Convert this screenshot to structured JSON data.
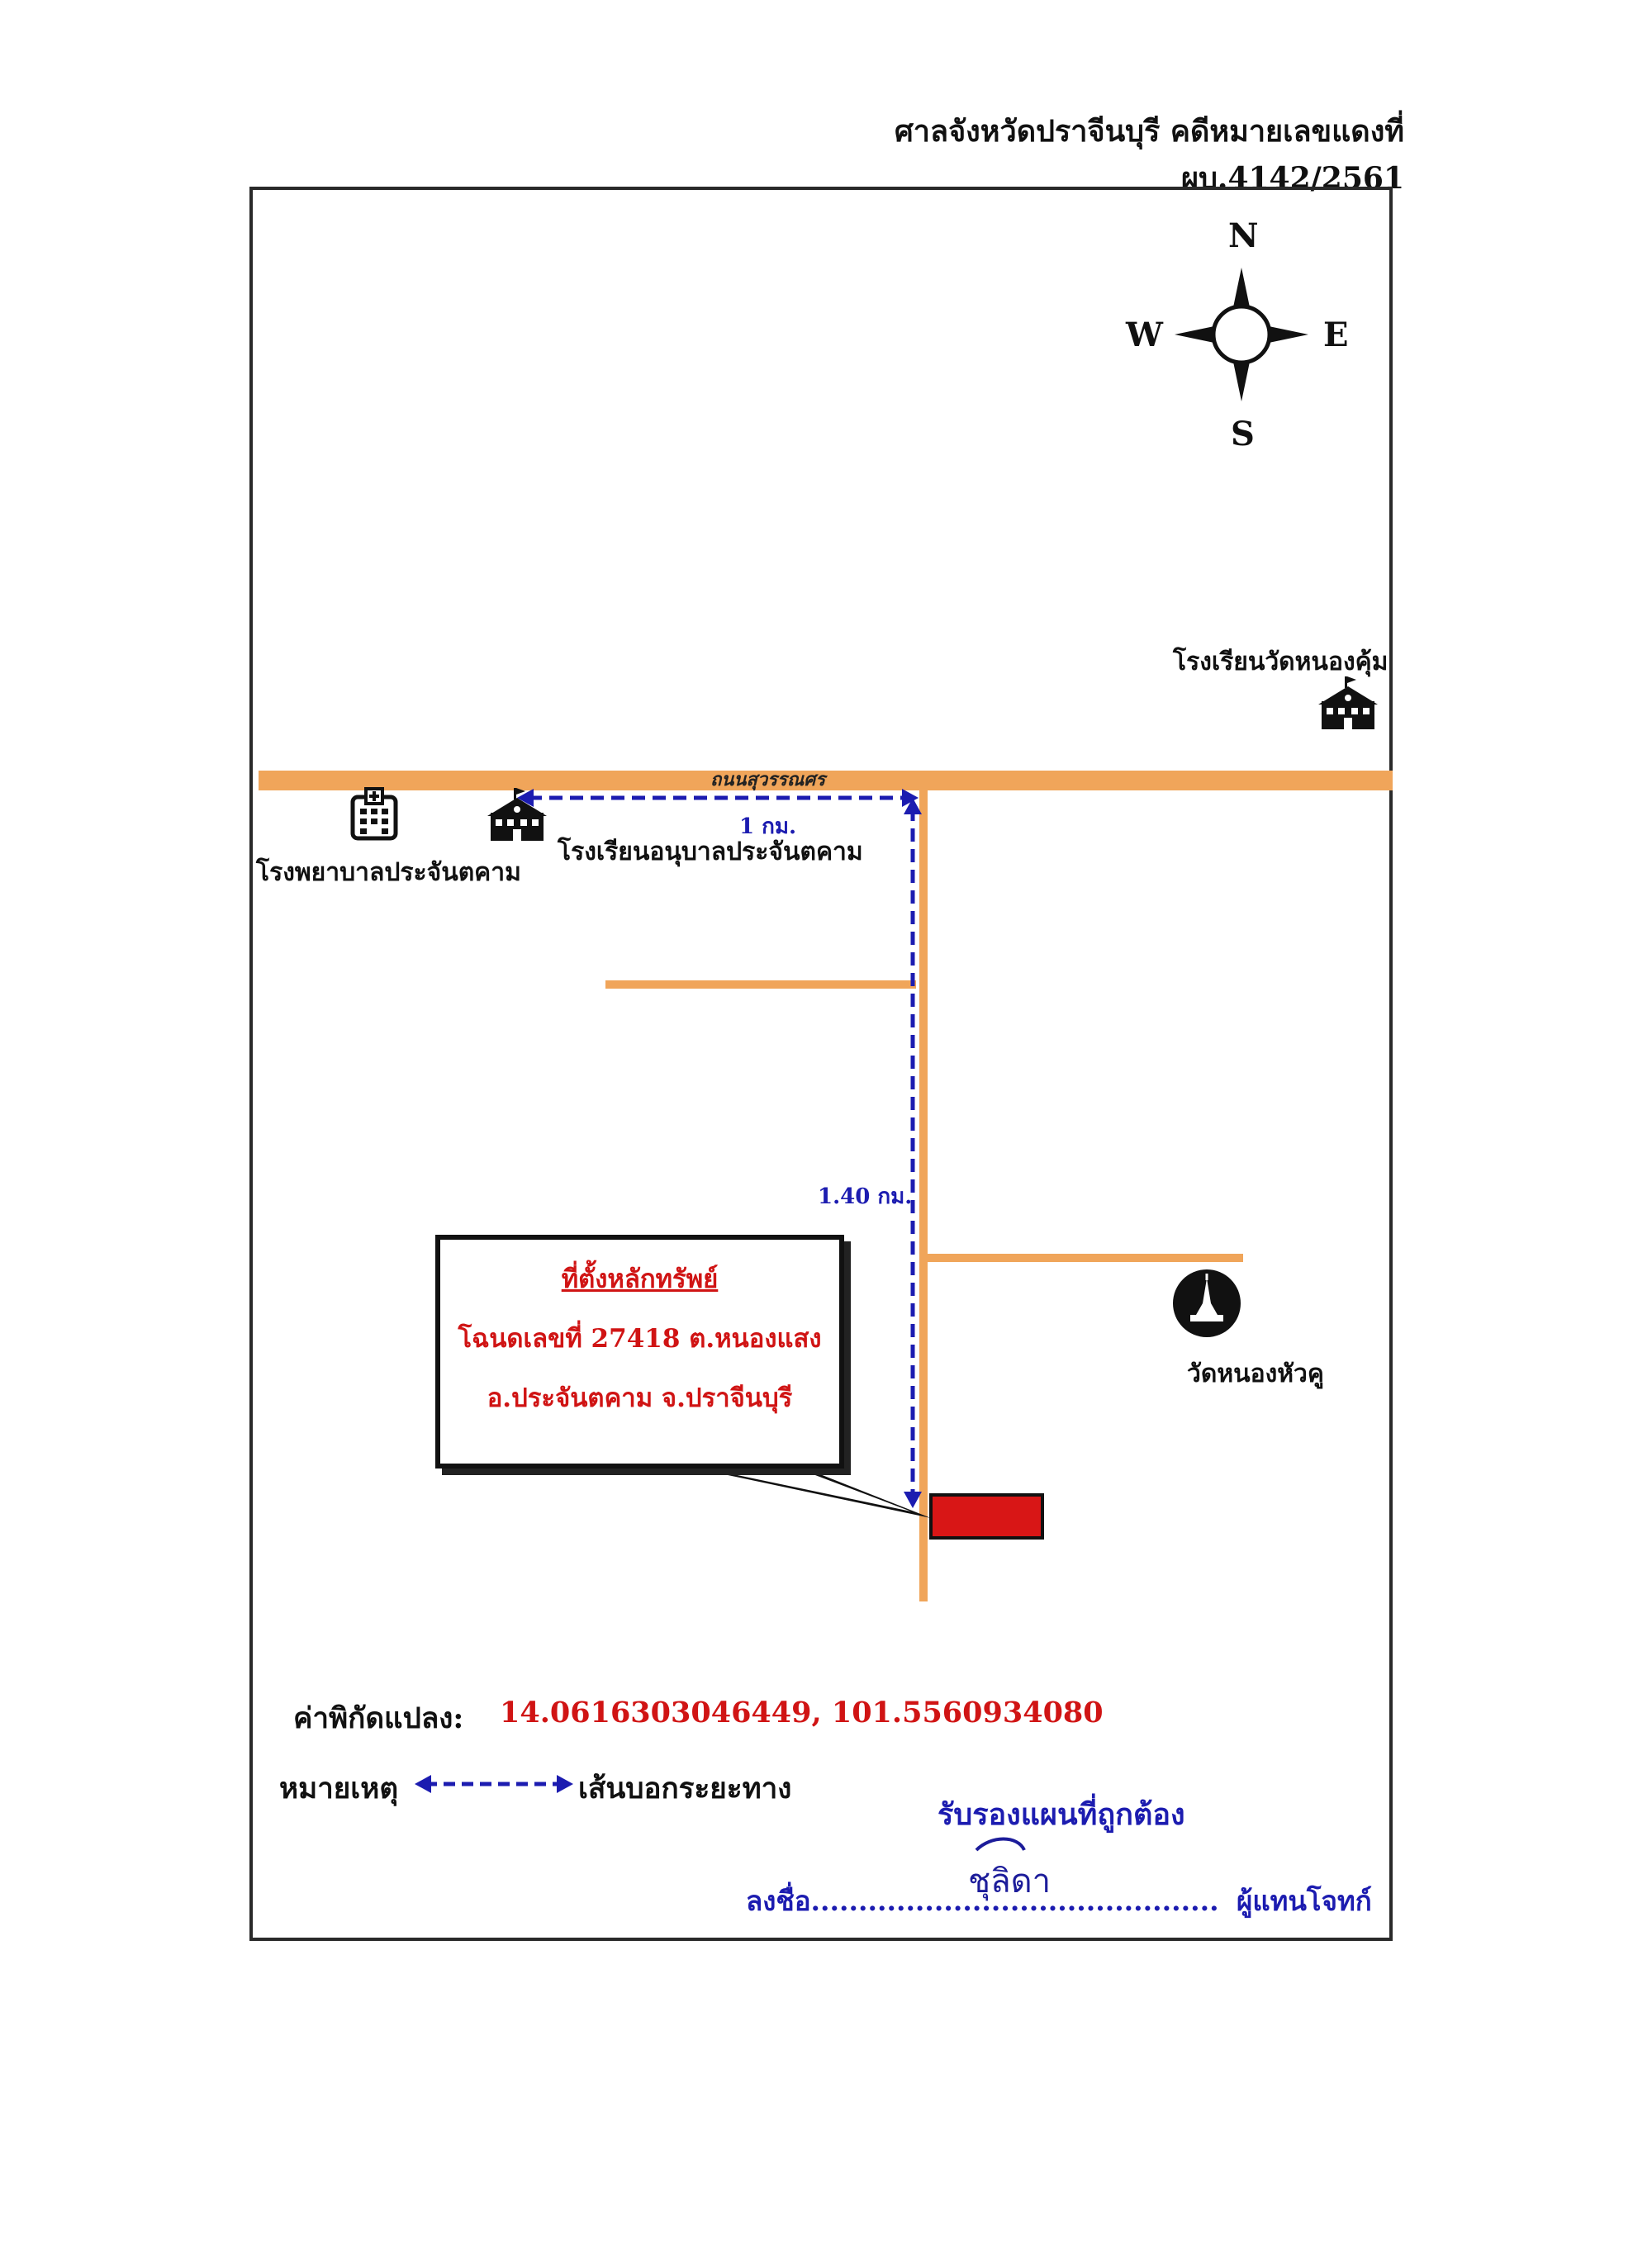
{
  "header": {
    "case_title": "ศาลจังหวัดปราจีนบุรี คดีหมายเลขแดงที่ ผบ.4142/2561"
  },
  "compass": {
    "north": "N",
    "south": "S",
    "east": "E",
    "west": "W"
  },
  "roads": {
    "main_road_label": "ถนนสุวรรณศร",
    "road_color": "#f0a55a"
  },
  "landmarks": {
    "school_north": "โรงเรียนวัดหนองคุ้ม",
    "hospital": "โรงพยาบาลประจันตคาม",
    "kindergarten": "โรงเรียนอนุบาลประจันตคาม",
    "temple": "วัดหนองหัวคู"
  },
  "distances": {
    "horizontal": "1 กม.",
    "vertical": "1.40 กม."
  },
  "property": {
    "title": "ที่ตั้งหลักทรัพย์",
    "deed": "โฉนดเลขที่ 27418 ต.หนองแสง",
    "district": "อ.ประจันตคาม จ.ปราจีนบุรี",
    "marker_color": "#d81616"
  },
  "coordinates": {
    "label": "ค่าพิกัดแปลง:",
    "value": "14.0616303046449, 101.5560934080"
  },
  "legend": {
    "label": "หมายเหตุ",
    "description": "เส้นบอกระยะทาง",
    "arrow_color": "#1c1cb0"
  },
  "certification": {
    "heading": "รับรองแผนที่ถูกต้อง",
    "sign_prefix": "ลงชื่อ...........................................",
    "sign_suffix": "ผู้แทนโจทก์",
    "signature": "ชุลิดา"
  }
}
